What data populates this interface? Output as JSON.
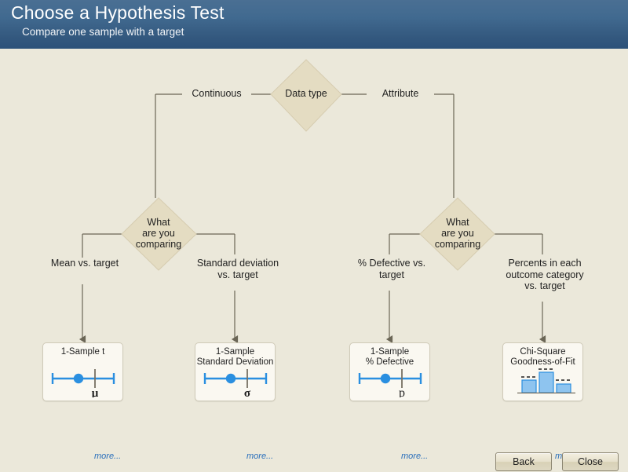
{
  "header": {
    "title": "Choose a Hypothesis Test",
    "subtitle": "Compare one sample with a target"
  },
  "flowchart": {
    "root": {
      "label": "Data type"
    },
    "branches": [
      {
        "label": "Continuous"
      },
      {
        "label": "Attribute"
      }
    ],
    "decisions": [
      {
        "label": "What\nare you\ncomparing"
      },
      {
        "label": "What\nare you\ncomparing"
      }
    ],
    "edge_labels": [
      {
        "label": "Mean vs. target"
      },
      {
        "label": "Standard deviation\nvs. target"
      },
      {
        "label": "% Defective vs.\ntarget"
      },
      {
        "label": "Percents in each\noutcome category\nvs. target"
      }
    ],
    "results": [
      {
        "title": "1-Sample t",
        "symbol": "μ",
        "graphic": "interval-plot",
        "more_label": "more..."
      },
      {
        "title": "1-Sample\nStandard Deviation",
        "symbol": "σ",
        "graphic": "interval-plot",
        "more_label": "more..."
      },
      {
        "title": "1-Sample\n% Defective",
        "symbol": "p",
        "graphic": "interval-plot",
        "more_label": "more..."
      },
      {
        "title": "Chi-Square\nGoodness-of-Fit",
        "symbol": "",
        "graphic": "bar-chart",
        "more_label": "more..."
      }
    ]
  },
  "footer": {
    "back_label": "Back",
    "close_label": "Close"
  },
  "colors": {
    "header_top": "#4a6f93",
    "header_bottom": "#2c5179",
    "canvas_bg": "#ebe8da",
    "diamond_fill": "#e4dcc2",
    "diamond_stroke": "#cfc6aa",
    "connector": "#6b6656",
    "accent_blue": "#2a8fe0",
    "link_blue": "#2a6fbb"
  }
}
